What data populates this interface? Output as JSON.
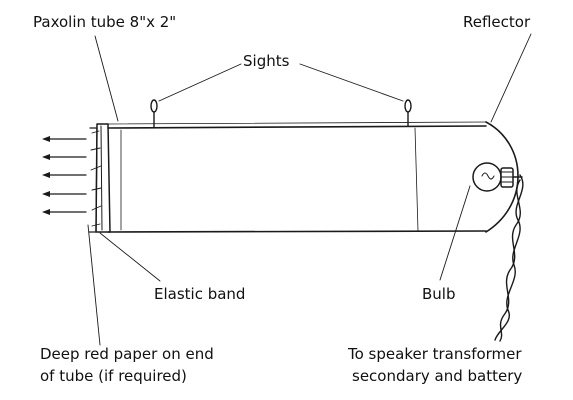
{
  "labels": {
    "tube": "Paxolin tube 8\"x 2\"",
    "reflector": "Reflector",
    "sights": "Sights",
    "elastic_band": "Elastic band",
    "bulb": "Bulb",
    "red_paper_line1": "Deep red paper on end",
    "red_paper_line2": "of tube (if required)",
    "cable_line1": "To speaker transformer",
    "cable_line2": "secondary and battery"
  },
  "colors": {
    "ink": "#1a1a1a",
    "background": "#ffffff"
  }
}
